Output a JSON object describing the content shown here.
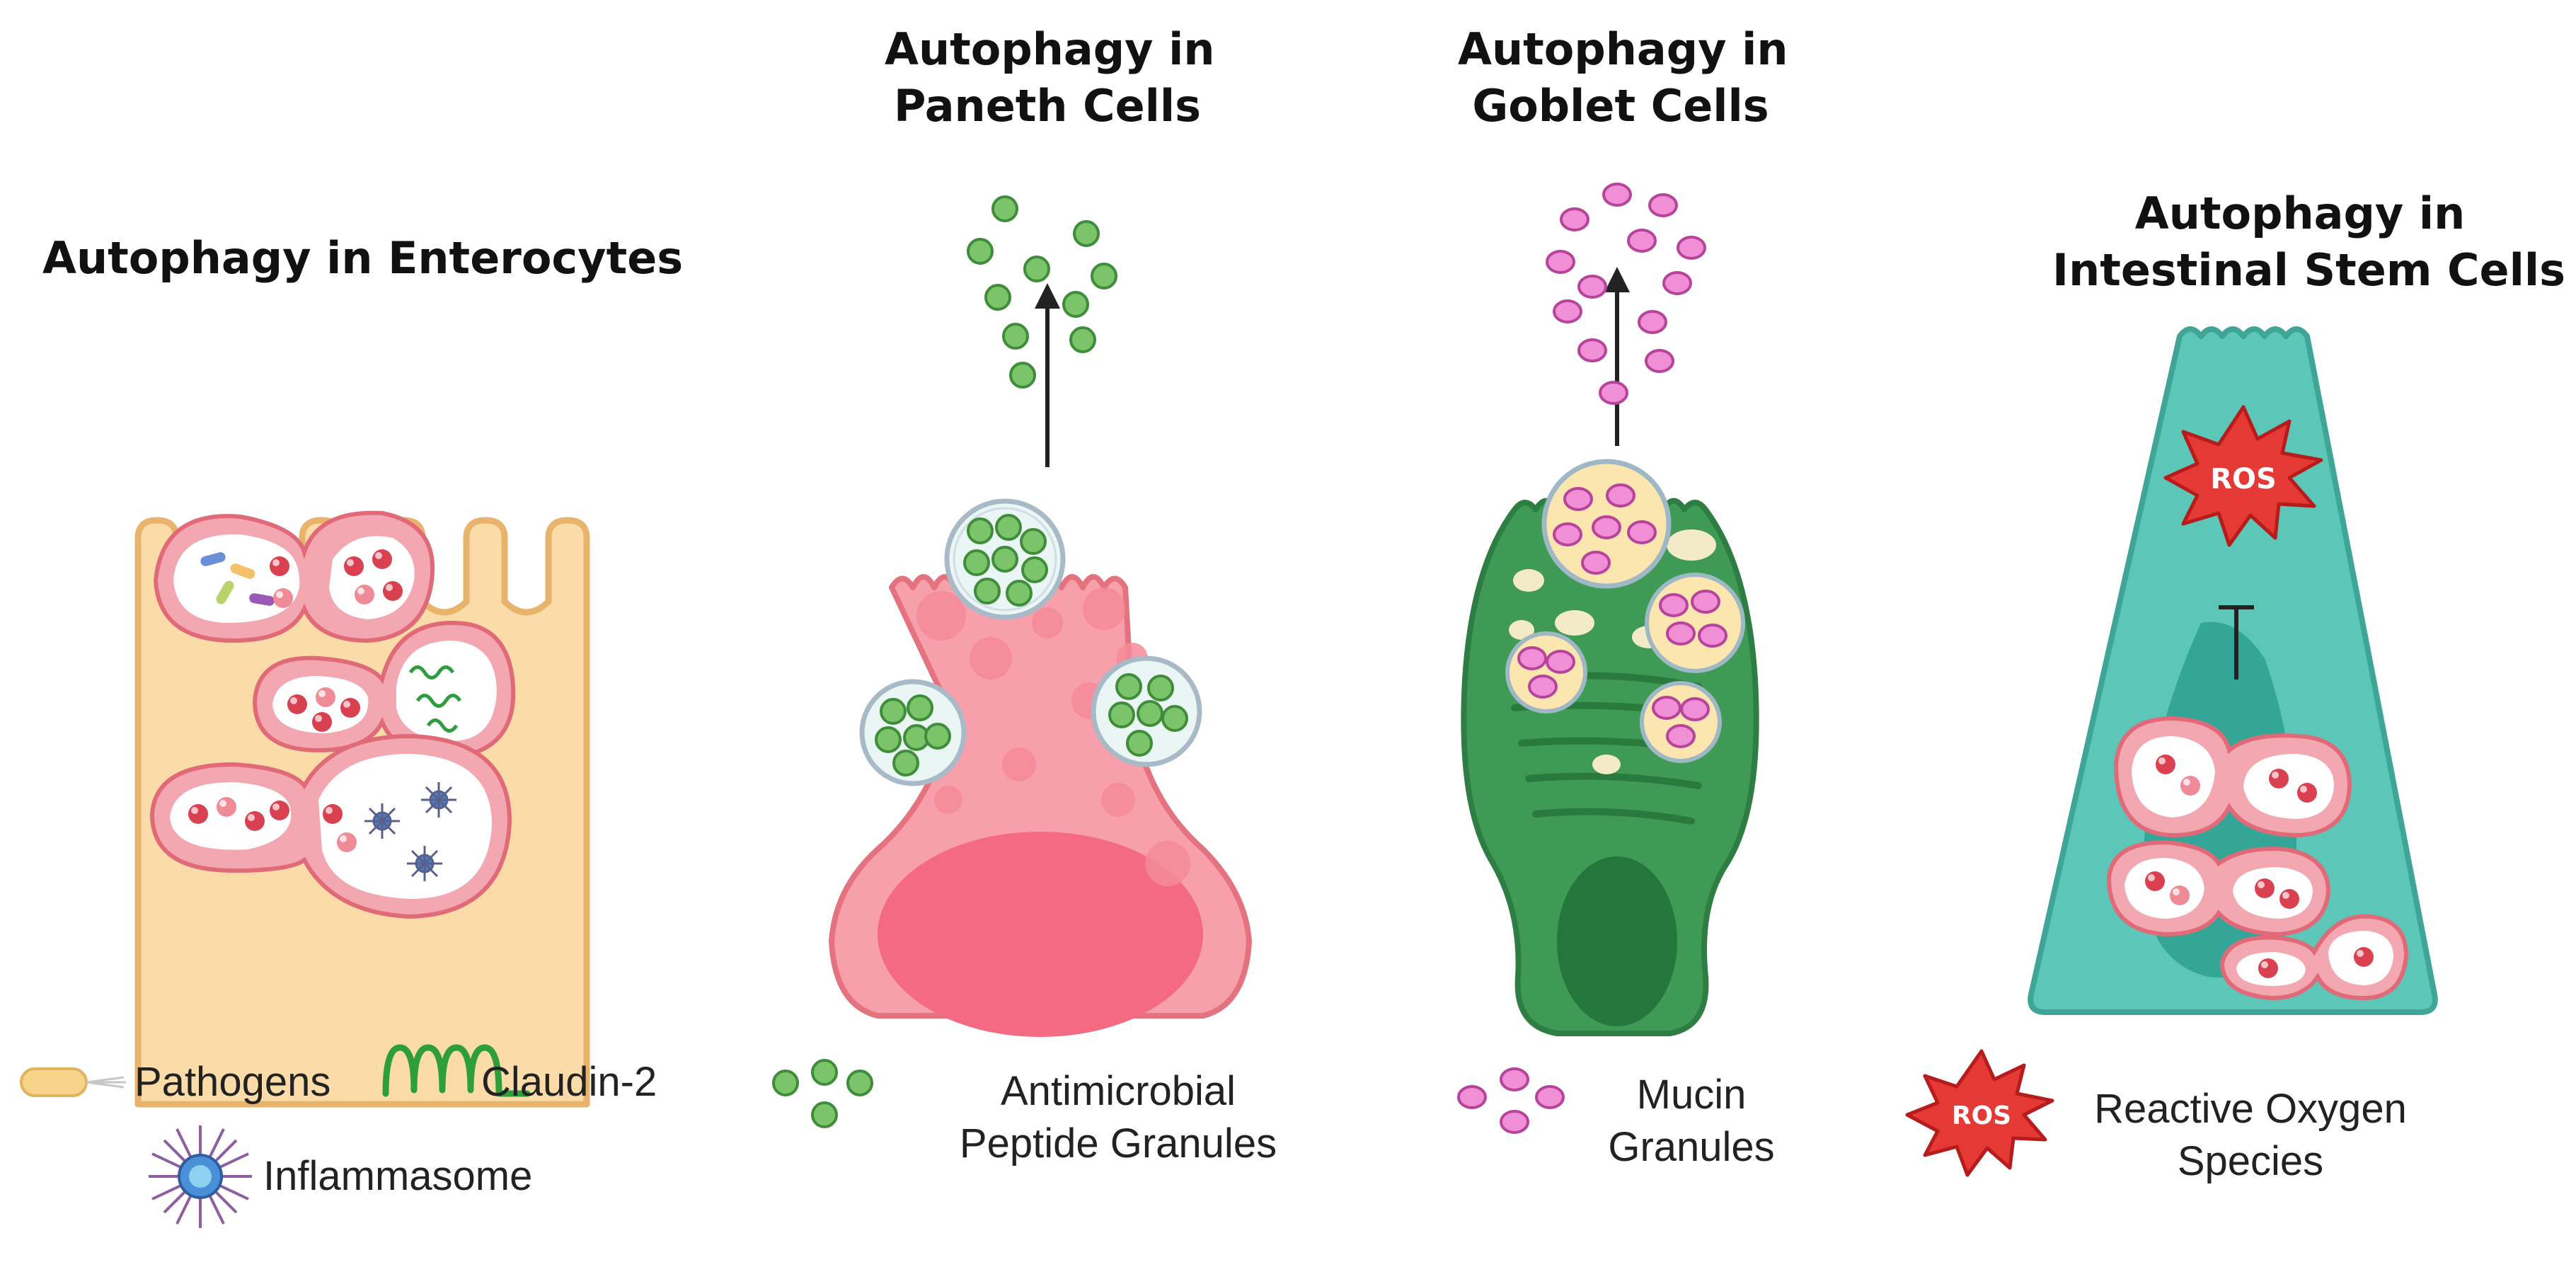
{
  "panels": {
    "enterocytes": {
      "title": "Autophagy in Enterocytes"
    },
    "paneth": {
      "title_line1": "Autophagy in",
      "title_line2": "Paneth Cells"
    },
    "goblet": {
      "title_line1": "Autophagy in",
      "title_line2": "Goblet Cells"
    },
    "stem": {
      "title_line1": "Autophagy in",
      "title_line2": "Intestinal Stem Cells",
      "ros_label": "ROS"
    }
  },
  "legend": {
    "pathogens": "Pathogens",
    "claudin": "Claudin-2",
    "inflammasome": "Inflammasome",
    "amp_line1": "Antimicrobial",
    "amp_line2": "Peptide Granules",
    "mucin_line1": "Mucin",
    "mucin_line2": "Granules",
    "ros_line1": "Reactive Oxygen",
    "ros_line2": "Species",
    "ros_badge": "ROS"
  },
  "colors": {
    "enterocyte_fill": "#fbdca8",
    "enterocyte_stroke": "#e8b36b",
    "autophagosome_stroke": "#e06a78",
    "paneth_fill": "#f7a0ab",
    "paneth_nucleus": "#f46a82",
    "amp_granule": "#6dbb5c",
    "goblet_fill": "#3f9a56",
    "goblet_nucleus": "#24763d",
    "mucin_granule": "#e76ac7",
    "stem_fill": "#5cc7b9",
    "stem_nucleus": "#33a697",
    "ros_red": "#e53935"
  }
}
